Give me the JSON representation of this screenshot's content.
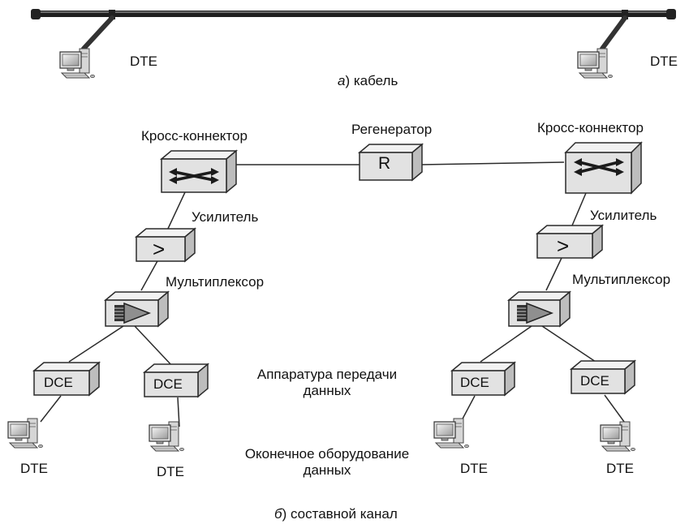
{
  "colors": {
    "line": "#2b2b2b",
    "box_front": "#e2e2e2",
    "box_top": "#f2f2f2",
    "box_side": "#bdbdbd",
    "cable": "#3a3a3a"
  },
  "part_a": {
    "dte_left": "DTE",
    "dte_right": "DTE",
    "caption_letter": "а",
    "caption_text": ") кабель"
  },
  "part_b": {
    "cross_connector_left": "Кросс-коннектор",
    "regenerator": "Регенератор",
    "regenerator_symbol": "R",
    "cross_connector_right": "Кросс-коннектор",
    "amplifier_left": "Усилитель",
    "amplifier_right": "Усилитель",
    "amplifier_symbol": ">",
    "multiplexer_left": "Мультиплексор",
    "multiplexer_right": "Мультиплексор",
    "dce_1": "DCE",
    "dce_2": "DCE",
    "dce_3": "DCE",
    "dce_4": "DCE",
    "dce_label_line1": "Аппаратура передачи",
    "dce_label_line2": "данных",
    "dte_label_line1": "Оконечное оборудование",
    "dte_label_line2": "данных",
    "dte_1": "DTE",
    "dte_2": "DTE",
    "dte_3": "DTE",
    "dte_4": "DTE",
    "caption_letter": "б",
    "caption_text": ") составной канал"
  }
}
